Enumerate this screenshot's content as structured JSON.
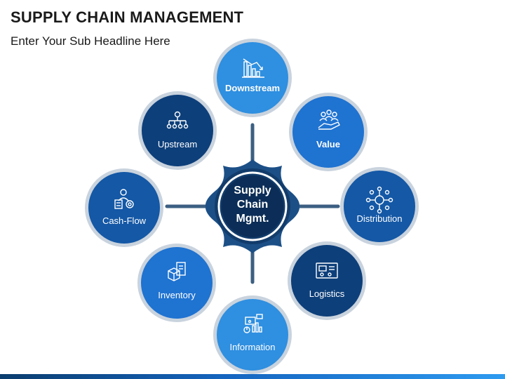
{
  "header": {
    "title": "SUPPLY CHAIN MANAGEMENT",
    "subtitle": "Enter Your Sub Headline Here"
  },
  "center": {
    "line1": "Supply",
    "line2": "Chain",
    "line3": "Mgmt."
  },
  "nodes": [
    {
      "label": "Downstream",
      "icon": "bar-chart-declining-icon",
      "color": "#2f8fe0",
      "bold": true
    },
    {
      "label": "Value",
      "icon": "hand-with-people-icon",
      "color": "#1f73d1",
      "bold": true
    },
    {
      "label": "Distribution",
      "icon": "network-hub-icon",
      "color": "#1458a6",
      "bold": false
    },
    {
      "label": "Logistics",
      "icon": "delivery-truck-board-icon",
      "color": "#0d3f7a",
      "bold": false
    },
    {
      "label": "Information",
      "icon": "data-analytics-icon",
      "color": "#2f8fe0",
      "bold": false
    },
    {
      "label": "Inventory",
      "icon": "box-document-icon",
      "color": "#1f73d1",
      "bold": false
    },
    {
      "label": "Cash-Flow",
      "icon": "worker-gear-icon",
      "color": "#1458a6",
      "bold": false
    },
    {
      "label": "Upstream",
      "icon": "org-hierarchy-icon",
      "color": "#0d3f7a",
      "bold": false
    }
  ],
  "colors": {
    "hub_dark": "#0b2d57",
    "hub_ring": "#1c4f86",
    "connector": "#3c5f82",
    "halo": "#c9d3de"
  }
}
